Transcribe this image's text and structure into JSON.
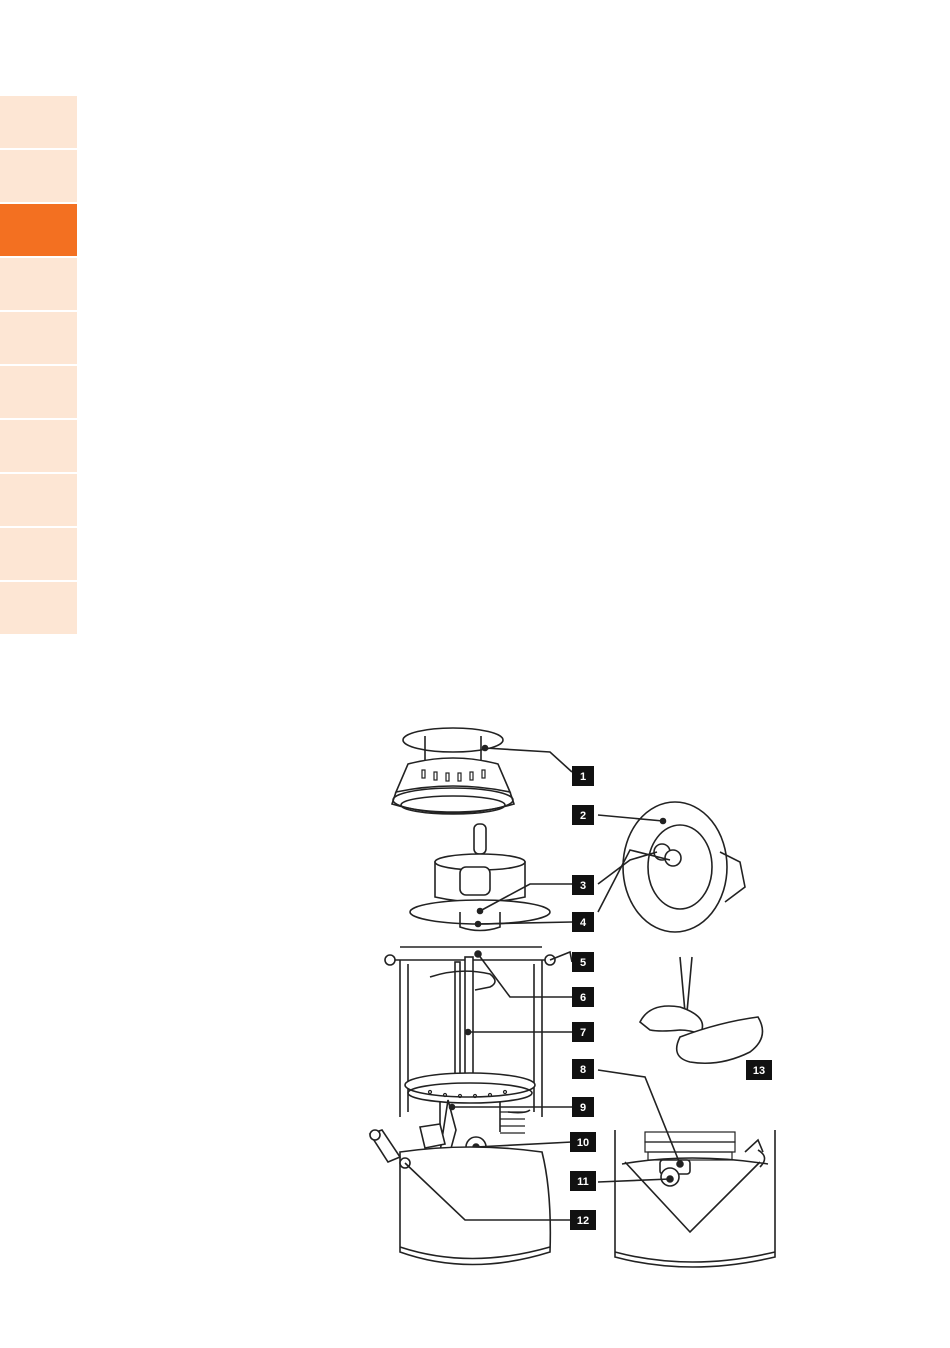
{
  "sidebar": {
    "tabs": [
      {
        "active": false
      },
      {
        "active": false
      },
      {
        "active": true
      },
      {
        "active": false
      },
      {
        "active": false
      },
      {
        "active": false
      },
      {
        "active": false
      },
      {
        "active": false
      },
      {
        "active": false
      },
      {
        "active": false
      }
    ],
    "colors": {
      "inactive": "#fde6d4",
      "active": "#f37021"
    }
  },
  "figure": {
    "callouts": [
      "1",
      "2",
      "3",
      "4",
      "5",
      "6",
      "7",
      "8",
      "9",
      "10",
      "11",
      "12",
      "13"
    ]
  }
}
